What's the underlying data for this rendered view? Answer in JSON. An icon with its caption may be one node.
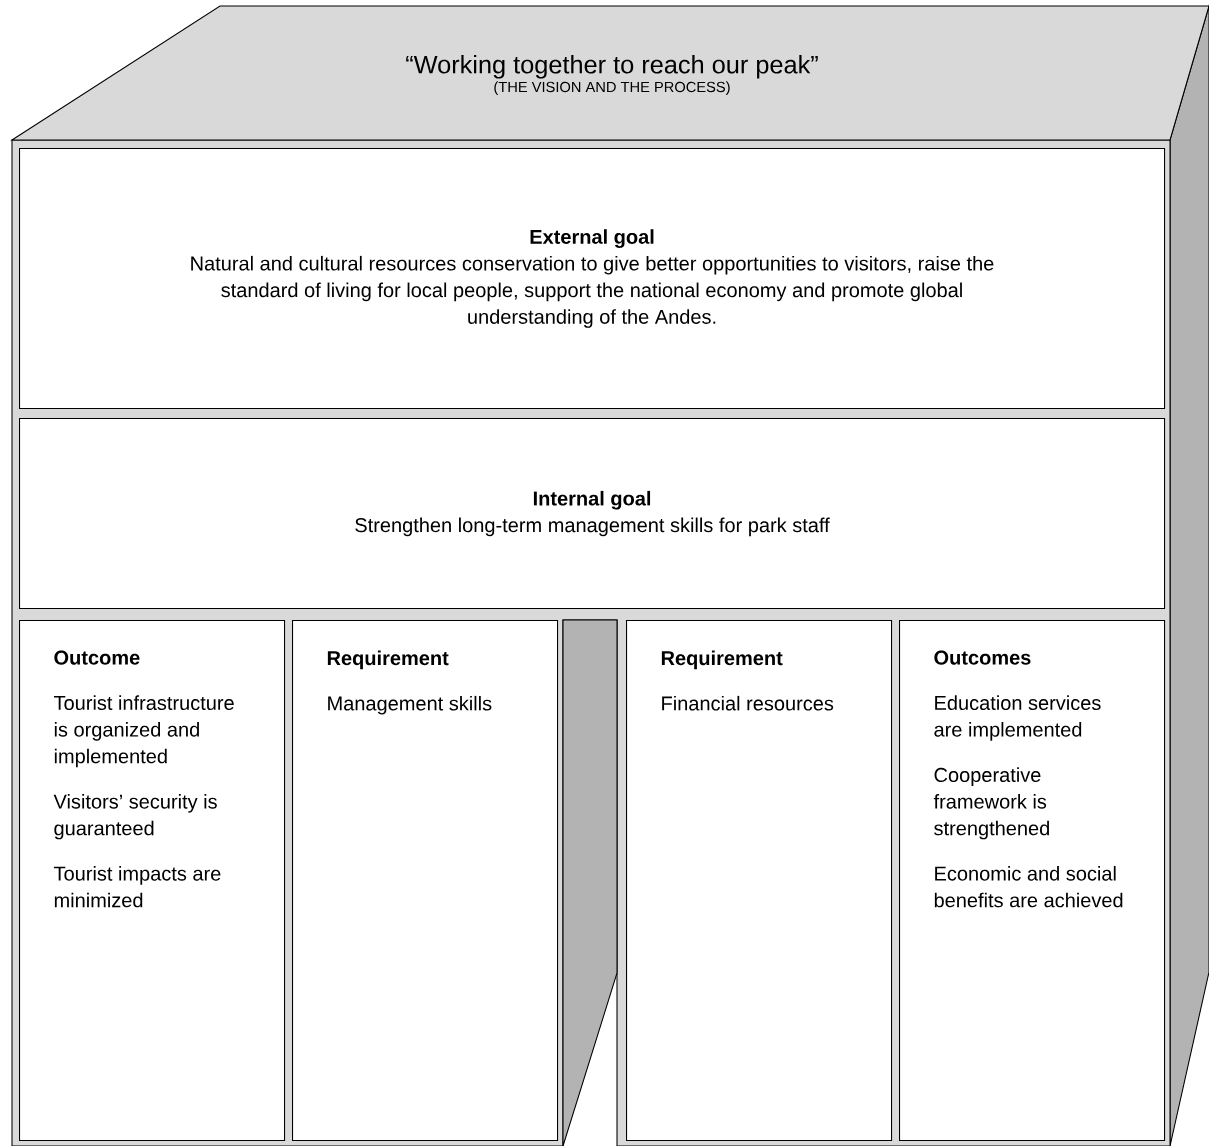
{
  "diagram": {
    "nodes": [
      {
        "text": [
          "“Working together to reach our peak”",
          "(THE VISION AND THE PROCESS)"
        ]
      },
      {
        "text": [
          "External goal",
          "Natural and cultural resources conservation to give better opportunities to visitors, raise the standard of living for local people, support the national economy and promote global understanding of the Andes."
        ]
      },
      {
        "text": [
          "Internal goal",
          "Strengthen long-term management skills for park staff"
        ]
      },
      {
        "text": [
          "Outcome",
          "Tourist infrastructure is organized and implemented",
          "Visitors’ security is guaranteed",
          "Tourist impacts are minimized"
        ]
      },
      {
        "text": [
          "Requirement",
          "Management skills"
        ]
      },
      {
        "text": [
          "Requirement",
          "Financial resources"
        ]
      },
      {
        "text": [
          "Outcomes",
          "Education services are implemented",
          "Cooperative framework is strengthened",
          "Economic and social benefits are achieved"
        ]
      }
    ]
  }
}
